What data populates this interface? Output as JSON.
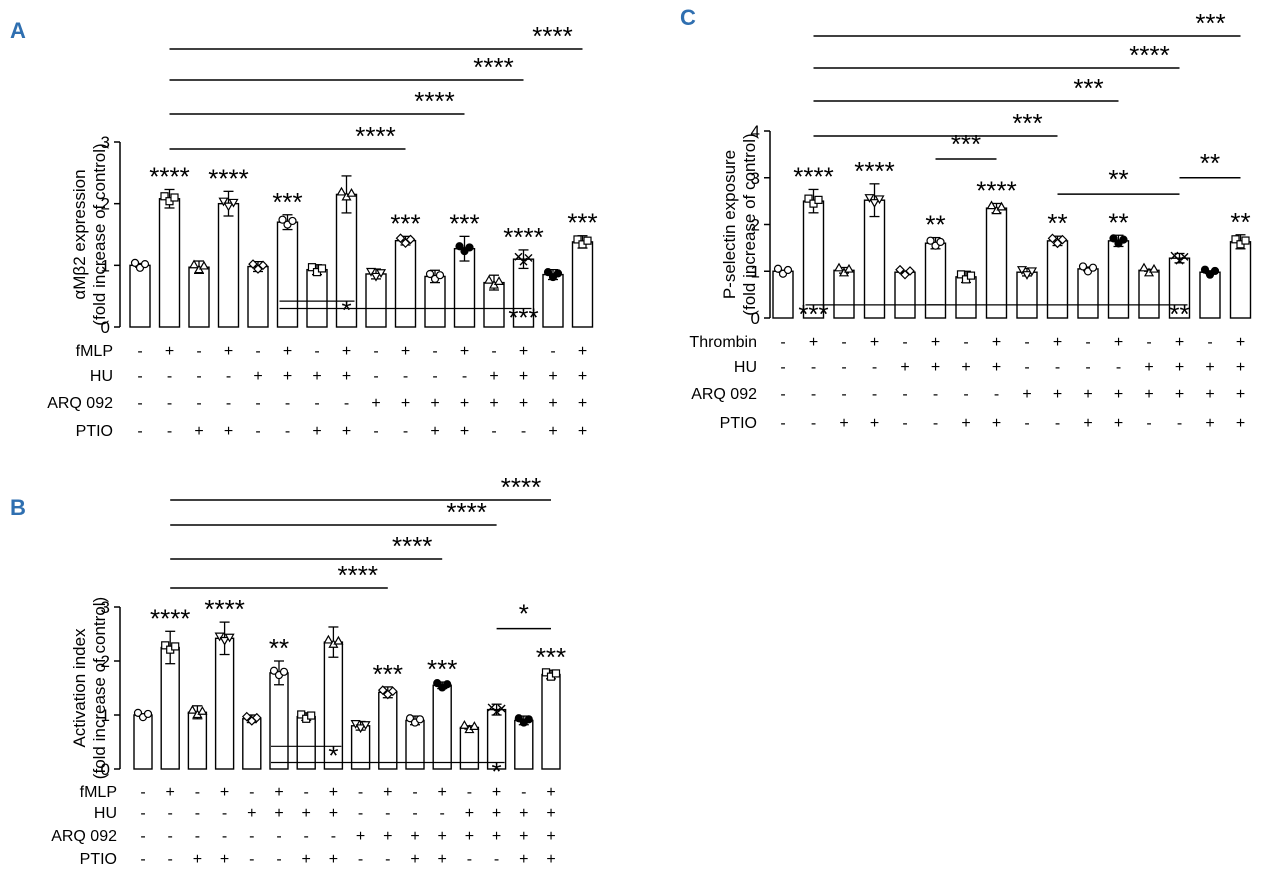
{
  "chart_data": [
    {
      "panel": "A",
      "type": "bar",
      "ylabel": [
        "αMβ2 expression",
        "(fold increase of control)"
      ],
      "ylim": [
        0,
        3
      ],
      "yticks": [
        "0",
        "1",
        "2",
        "3"
      ],
      "values": [
        1.0,
        2.08,
        0.97,
        2.0,
        0.98,
        1.7,
        0.93,
        2.15,
        0.86,
        1.4,
        0.82,
        1.27,
        0.72,
        1.1,
        0.85,
        1.38
      ],
      "errors": [
        0.03,
        0.15,
        0.1,
        0.2,
        0.08,
        0.12,
        0.08,
        0.3,
        0.08,
        0.07,
        0.1,
        0.2,
        0.12,
        0.15,
        0.08,
        0.1
      ],
      "markers": [
        "circle",
        "square",
        "triangle",
        "triangle-down",
        "diamond",
        "circle",
        "square",
        "triangle",
        "triangle-down",
        "diamond",
        "circle",
        "circle-filled",
        "triangle",
        "cross",
        "circle-filled",
        "square"
      ],
      "bar_stars": [
        "",
        "****",
        "",
        "****",
        "",
        "***",
        "",
        "",
        "",
        "***",
        "",
        "***",
        "",
        "****",
        "",
        "***"
      ],
      "conditions": [
        {
          "label": "fMLP",
          "signs": [
            "-",
            "+",
            "-",
            "+",
            "-",
            "+",
            "-",
            "+",
            "-",
            "+",
            "-",
            "+",
            "-",
            "+",
            "-",
            "+"
          ]
        },
        {
          "label": "HU",
          "signs": [
            "-",
            "-",
            "-",
            "-",
            "+",
            "+",
            "+",
            "+",
            "-",
            "-",
            "-",
            "-",
            "+",
            "+",
            "+",
            "+"
          ]
        },
        {
          "label": "ARQ 092",
          "signs": [
            "-",
            "-",
            "-",
            "-",
            "-",
            "-",
            "-",
            "-",
            "+",
            "+",
            "+",
            "+",
            "+",
            "+",
            "+",
            "+"
          ]
        },
        {
          "label": "PTIO",
          "signs": [
            "-",
            "-",
            "+",
            "+",
            "-",
            "-",
            "+",
            "+",
            "-",
            "-",
            "+",
            "+",
            "-",
            "-",
            "+",
            "+"
          ]
        }
      ],
      "top_brackets": [
        {
          "from": 1,
          "to": 15,
          "label": "****"
        },
        {
          "from": 1,
          "to": 13,
          "label": "****"
        },
        {
          "from": 1,
          "to": 11,
          "label": "****"
        },
        {
          "from": 1,
          "to": 9,
          "label": "****"
        }
      ],
      "low_brackets": [
        {
          "from": 5,
          "to": 7,
          "level": 0.42,
          "label": "*",
          "label_at": 7
        },
        {
          "from": 5,
          "to": 13,
          "level": 0.3,
          "label": "***",
          "label_at": 13
        }
      ]
    },
    {
      "panel": "B",
      "type": "bar",
      "ylabel": [
        "Activation index",
        "(fold increase of control)"
      ],
      "ylim": [
        0,
        3
      ],
      "yticks": [
        "0",
        "1",
        "2",
        "3"
      ],
      "values": [
        1.0,
        2.25,
        1.05,
        2.42,
        0.93,
        1.78,
        0.97,
        2.35,
        0.8,
        1.42,
        0.9,
        1.55,
        0.77,
        1.1,
        0.9,
        1.75
      ],
      "errors": [
        0.02,
        0.3,
        0.12,
        0.3,
        0.07,
        0.22,
        0.07,
        0.28,
        0.08,
        0.1,
        0.08,
        0.06,
        0.03,
        0.1,
        0.08,
        0.08
      ],
      "markers": [
        "circle",
        "square",
        "triangle",
        "triangle-down",
        "diamond",
        "circle",
        "square",
        "triangle",
        "triangle-down",
        "diamond",
        "circle",
        "circle-filled",
        "triangle",
        "cross",
        "circle-filled",
        "square"
      ],
      "bar_stars": [
        "",
        "****",
        "",
        "****",
        "",
        "**",
        "",
        "",
        "",
        "***",
        "",
        "***",
        "",
        "",
        "",
        "***"
      ],
      "conditions": [
        {
          "label": "fMLP",
          "signs": [
            "-",
            "+",
            "-",
            "+",
            "-",
            "+",
            "-",
            "+",
            "-",
            "+",
            "-",
            "+",
            "-",
            "+",
            "-",
            "+"
          ]
        },
        {
          "label": "HU",
          "signs": [
            "-",
            "-",
            "-",
            "-",
            "+",
            "+",
            "+",
            "+",
            "-",
            "-",
            "-",
            "-",
            "+",
            "+",
            "+",
            "+"
          ]
        },
        {
          "label": "ARQ 092",
          "signs": [
            "-",
            "-",
            "-",
            "-",
            "-",
            "-",
            "-",
            "-",
            "+",
            "+",
            "+",
            "+",
            "+",
            "+",
            "+",
            "+"
          ]
        },
        {
          "label": "PTIO",
          "signs": [
            "-",
            "-",
            "+",
            "+",
            "-",
            "-",
            "+",
            "+",
            "-",
            "-",
            "+",
            "+",
            "-",
            "-",
            "+",
            "+"
          ]
        }
      ],
      "top_brackets": [
        {
          "from": 1,
          "to": 15,
          "label": "****"
        },
        {
          "from": 1,
          "to": 13,
          "label": "****"
        },
        {
          "from": 1,
          "to": 11,
          "label": "****"
        },
        {
          "from": 1,
          "to": 9,
          "label": "****"
        }
      ],
      "side_bracket": {
        "from": 13,
        "to": 15,
        "level": 2.6,
        "label": "*"
      },
      "low_brackets": [
        {
          "from": 5,
          "to": 7,
          "level": 0.42,
          "label": "*",
          "label_at": 7
        },
        {
          "from": 5,
          "to": 13,
          "level": 0.12,
          "label": "*",
          "label_at": 13
        }
      ]
    },
    {
      "panel": "C",
      "type": "bar",
      "ylabel": [
        "P-selectin exposure",
        "(fold increase of control)"
      ],
      "ylim": [
        0,
        4
      ],
      "yticks": [
        "0",
        "1",
        "2",
        "3",
        "4"
      ],
      "values": [
        1.0,
        2.5,
        1.02,
        2.52,
        0.98,
        1.6,
        0.88,
        2.35,
        0.98,
        1.65,
        1.05,
        1.65,
        1.02,
        1.28,
        0.98,
        1.63
      ],
      "errors": [
        0.02,
        0.25,
        0.06,
        0.35,
        0.02,
        0.12,
        0.12,
        0.1,
        0.08,
        0.1,
        0.04,
        0.12,
        0.02,
        0.1,
        0.03,
        0.15
      ],
      "markers": [
        "circle",
        "square",
        "triangle",
        "triangle-down",
        "diamond",
        "circle",
        "square",
        "triangle",
        "triangle-down",
        "diamond",
        "circle",
        "circle-filled",
        "triangle",
        "cross",
        "circle-filled",
        "square"
      ],
      "bar_stars": [
        "",
        "****",
        "",
        "****",
        "",
        "**",
        "",
        "****",
        "",
        "**",
        "",
        "**",
        "",
        "",
        "",
        "**"
      ],
      "conditions": [
        {
          "label": "Thrombin",
          "signs": [
            "-",
            "+",
            "-",
            "+",
            "-",
            "+",
            "-",
            "+",
            "-",
            "+",
            "-",
            "+",
            "-",
            "+",
            "-",
            "+"
          ]
        },
        {
          "label": "HU",
          "signs": [
            "-",
            "-",
            "-",
            "-",
            "+",
            "+",
            "+",
            "+",
            "-",
            "-",
            "-",
            "-",
            "+",
            "+",
            "+",
            "+"
          ]
        },
        {
          "label": "ARQ 092",
          "signs": [
            "-",
            "-",
            "-",
            "-",
            "-",
            "-",
            "-",
            "-",
            "+",
            "+",
            "+",
            "+",
            "+",
            "+",
            "+",
            "+"
          ]
        },
        {
          "label": "PTIO",
          "signs": [
            "-",
            "-",
            "+",
            "+",
            "-",
            "-",
            "+",
            "+",
            "-",
            "-",
            "+",
            "+",
            "-",
            "-",
            "+",
            "+"
          ]
        }
      ],
      "top_brackets": [
        {
          "from": 1,
          "to": 15,
          "label": "***"
        },
        {
          "from": 1,
          "to": 13,
          "label": "****"
        },
        {
          "from": 1,
          "to": 11,
          "label": "***"
        },
        {
          "from": 1,
          "to": 9,
          "label": "***"
        }
      ],
      "mid_brackets": [
        {
          "from": 5,
          "to": 7,
          "level": 3.4,
          "label": "***"
        },
        {
          "from": 9,
          "to": 13,
          "level": 2.65,
          "label": "**"
        },
        {
          "from": 13,
          "to": 15,
          "level": 3.0,
          "label": "**"
        }
      ],
      "low_brackets": [
        {
          "from": 1,
          "to": 5,
          "level": 0.28,
          "label": "***",
          "label_at": 1
        },
        {
          "from": 5,
          "to": 13,
          "level": 0.28,
          "label": "**",
          "label_at": 13
        }
      ]
    }
  ]
}
